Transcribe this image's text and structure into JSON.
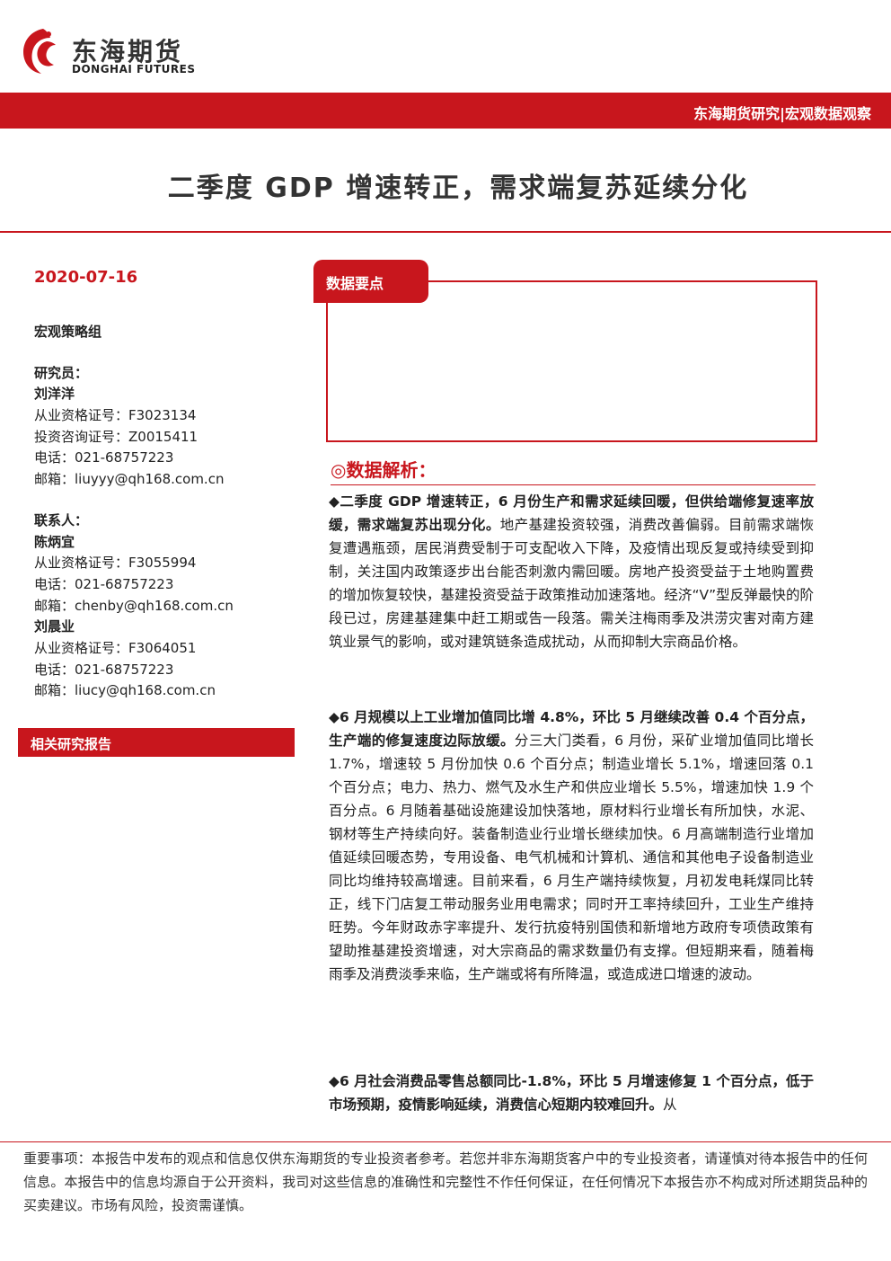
{
  "header": {
    "logo_cn": "东海期货",
    "logo_en": "DONGHAI FUTURES",
    "bar_text": "东海期货研究|宏观数据观察"
  },
  "title": "二季度 GDP 增速转正，需求端复苏延续分化",
  "left": {
    "date": "2020-07-16",
    "group": "宏观策略组",
    "researcher_label": "研究员：",
    "researcher": {
      "name": "刘洋洋",
      "cert": "从业资格证号：F3023134",
      "invest": "投资咨询证号：Z0015411",
      "tel": "电话：021-68757223",
      "email": "邮箱：liuyyy@qh168.com.cn"
    },
    "contact_label": "联系人：",
    "contacts": [
      {
        "name": "陈炳宜",
        "cert": "从业资格证号：F3055994",
        "tel": "电话：021-68757223",
        "email": "邮箱：chenby@qh168.com.cn"
      },
      {
        "name": "刘晨业",
        "cert": "从业资格证号：F3064051",
        "tel": "电话：021-68757223",
        "email": "邮箱：liucy@qh168.com.cn"
      }
    ],
    "related": "相关研究报告"
  },
  "keypoints": {
    "label": "数据要点"
  },
  "analysis": {
    "heading": "◎数据解析：",
    "p1_bold": "◆二季度 GDP 增速转正，6 月份生产和需求延续回暖，但供给端修复速率放缓，需求端复苏出现分化。",
    "p1_text": "地产基建投资较强，消费改善偏弱。目前需求端恢复遭遇瓶颈，居民消费受制于可支配收入下降，及疫情出现反复或持续受到抑制，关注国内政策逐步出台能否刺激内需回暖。房地产投资受益于土地购置费的增加恢复较快，基建投资受益于政策推动加速落地。经济“V”型反弹最快的阶段已过，房建基建集中赶工期或告一段落。需关注梅雨季及洪涝灾害对南方建筑业景气的影响，或对建筑链条造成扰动，从而抑制大宗商品价格。",
    "p2_bold": "◆6 月规模以上工业增加值同比增 4.8%，环比 5 月继续改善 0.4 个百分点，生产端的修复速度边际放缓。",
    "p2_text": "分三大门类看，6 月份，采矿业增加值同比增长 1.7%，增速较 5 月份加快 0.6 个百分点；制造业增长 5.1%，增速回落 0.1 个百分点；电力、热力、燃气及水生产和供应业增长 5.5%，增速加快 1.9 个百分点。6 月随着基础设施建设加快落地，原材料行业增长有所加快，水泥、钢材等生产持续向好。装备制造业行业增长继续加快。6 月高端制造行业增加值延续回暖态势，专用设备、电气机械和计算机、通信和其他电子设备制造业同比均维持较高增速。目前来看，6 月生产端持续恢复，月初发电耗煤同比转正，线下门店复工带动服务业用电需求；同时开工率持续回升，工业生产维持旺势。今年财政赤字率提升、发行抗疫特别国债和新增地方政府专项债政策有望助推基建投资增速，对大宗商品的需求数量仍有支撑。但短期来看，随着梅雨季及消费淡季来临，生产端或将有所降温，或造成进口增速的波动。",
    "p3_bold": "◆6 月社会消费品零售总额同比-1.8%，环比 5 月增速修复 1 个百分点，低于市场预期，疫情影响延续，消费信心短期内较难回升。",
    "p3_text": "从"
  },
  "footer": "重要事项：本报告中发布的观点和信息仅供东海期货的专业投资者参考。若您并非东海期货客户中的专业投资者，请谨慎对待本报告中的任何信息。本报告中的信息均源自于公开资料，我司对这些信息的准确性和完整性不作任何保证，在任何情况下本报告亦不构成对所述期货品种的买卖建议。市场有风险，投资需谨慎。",
  "colors": {
    "brand_red": "#c8161d"
  },
  "icons": {
    "logo": "phoenix-logo-icon"
  }
}
